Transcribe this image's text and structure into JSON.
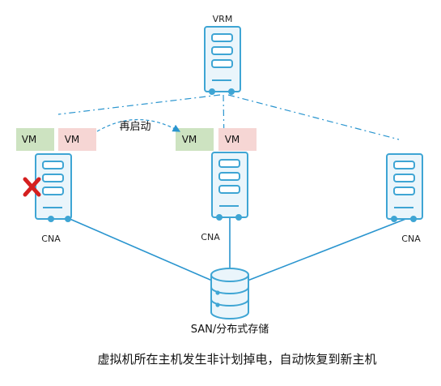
{
  "vrm": {
    "label": "VRM"
  },
  "hosts": [
    {
      "label": "CNA",
      "failed": true
    },
    {
      "label": "CNA",
      "failed": false
    },
    {
      "label": "CNA",
      "failed": false
    }
  ],
  "vms": {
    "source": [
      "VM",
      "VM"
    ],
    "target": [
      "VM",
      "VM"
    ]
  },
  "restart_label": "再启动",
  "storage": {
    "label": "SAN/分布式存储"
  },
  "caption": "虚拟机所在主机发生非计划掉电，自动恢复到新主机",
  "colors": {
    "server_stroke": "#3ea5d4",
    "server_fill": "#eaf5fb",
    "link": "#2a95cf",
    "vm_green": "#cde3c1",
    "vm_pink": "#f6d6d4",
    "fail_mark": "#d51f1f"
  }
}
